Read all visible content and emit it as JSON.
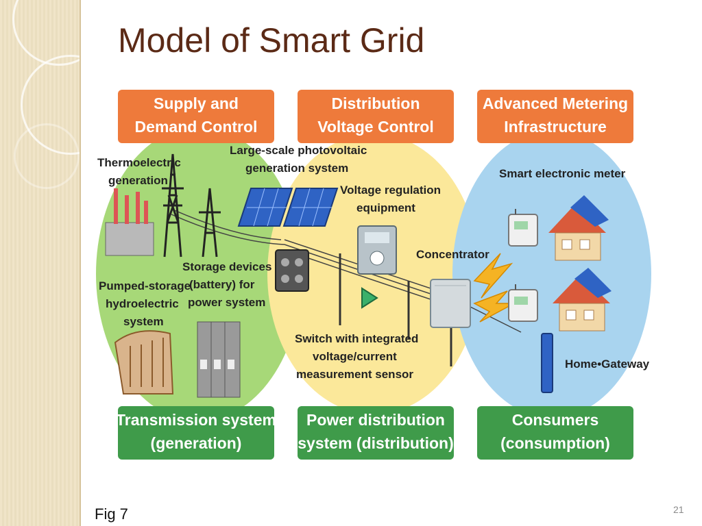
{
  "slide": {
    "title": "Model of Smart Grid",
    "figure_caption": "Fig 7",
    "page_number": "21"
  },
  "diagram": {
    "top_headers": [
      {
        "line1": "Supply and",
        "line2": "Demand Control"
      },
      {
        "line1": "Distribution",
        "line2": "Voltage Control"
      },
      {
        "line1": "Advanced Metering",
        "line2": "Infrastructure"
      }
    ],
    "bottom_headers": [
      {
        "line1": "Transmission system",
        "line2": "(generation)"
      },
      {
        "line1": "Power distribution",
        "line2": "system (distribution)"
      },
      {
        "line1": "Consumers",
        "line2": "(consumption)"
      }
    ],
    "labels": {
      "thermo1": "Thermoelectric",
      "thermo2": "generation",
      "pv1": "Large-scale photovoltaic",
      "pv2": "generation system",
      "volt1": "Voltage regulation",
      "volt2": "equipment",
      "meter": "Smart electronic meter",
      "conc": "Concentrator",
      "pump1": "Pumped-storage",
      "pump2": "hydroelectric",
      "pump3": "system",
      "stor1": "Storage devices",
      "stor2": "(battery) for",
      "stor3": "power system",
      "sw1": "Switch with integrated",
      "sw2": "voltage/current",
      "sw3": "measurement sensor",
      "gateway": "Home•Gateway"
    },
    "colors": {
      "header_orange": "#ee7a3b",
      "header_green": "#3f9b4a",
      "zone_green": "#a7d878",
      "zone_yellow": "#fbe89a",
      "zone_blue": "#a9d4ef",
      "title_brown": "#5b2a16"
    },
    "icons": [
      "transmission-tower-icon",
      "solar-panel-icon",
      "factory-icon",
      "battery-storage-icon",
      "dam-icon",
      "transformer-icon",
      "meter-icon",
      "concentrator-icon",
      "house-icon",
      "lightning-icon",
      "gateway-icon"
    ]
  }
}
